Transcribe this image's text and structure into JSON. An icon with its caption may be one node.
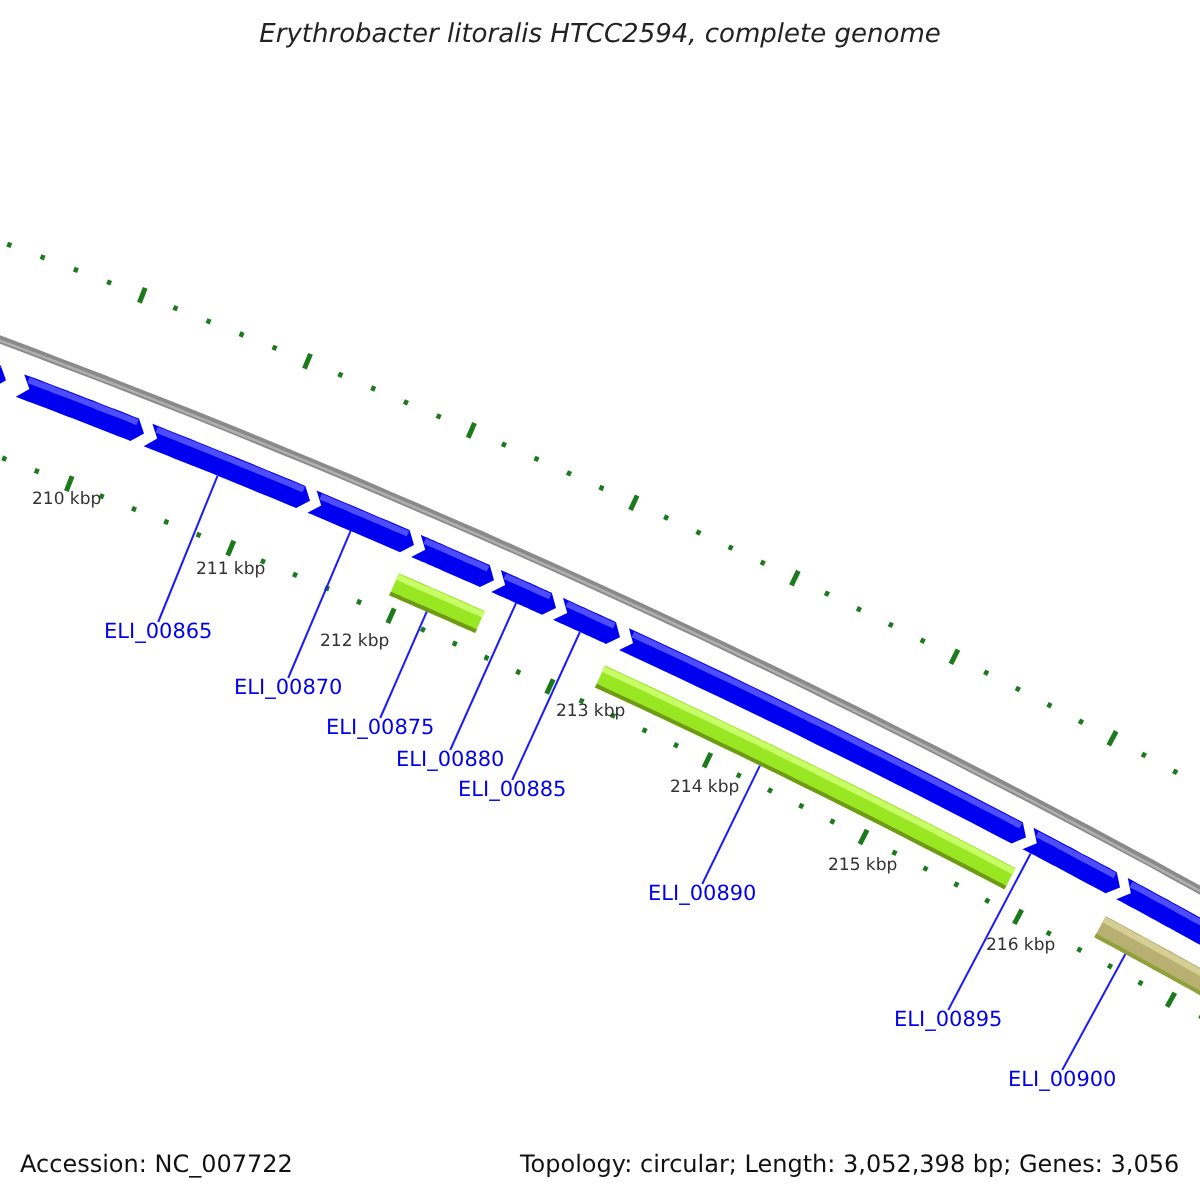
{
  "diagram": {
    "title": "Erythrobacter litoralis HTCC2594, complete genome",
    "nodes": [
      {
        "text": [],
        "shape": "bar"
      },
      {
        "text": [],
        "shape": "bar"
      },
      {
        "text": [],
        "shape": "bar"
      },
      {
        "text": [],
        "shape": "bar"
      },
      {
        "text": [],
        "shape": "bar"
      },
      {
        "text": [],
        "shape": "bar"
      },
      {
        "text": [],
        "shape": "bar"
      },
      {
        "text": [],
        "shape": "bar"
      },
      {
        "text": [],
        "shape": "bar"
      },
      {
        "text": [],
        "shape": "bar"
      },
      {
        "text": [],
        "shape": "bar"
      },
      {
        "text": [],
        "shape": "bar"
      },
      {
        "text": [],
        "shape": "bar"
      },
      {
        "text": [
          "ELI_00865"
        ]
      },
      {
        "text": [
          "ELI_00870"
        ]
      },
      {
        "text": [
          "ELI_00875"
        ]
      },
      {
        "text": [
          "ELI_00880"
        ]
      },
      {
        "text": [
          "ELI_00885"
        ]
      },
      {
        "text": [
          "ELI_00890"
        ]
      },
      {
        "text": [
          "ELI_00895"
        ]
      },
      {
        "text": [
          "ELI_00900"
        ]
      }
    ],
    "edges": [
      {
        "from": 13,
        "to": 2,
        "arrow": "none"
      },
      {
        "from": 14,
        "to": 3,
        "arrow": "none"
      },
      {
        "from": 15,
        "to": 4,
        "arrow": "none"
      },
      {
        "from": 16,
        "to": 6,
        "arrow": "none"
      },
      {
        "from": 17,
        "to": 7,
        "arrow": "none"
      },
      {
        "from": 18,
        "to": 8,
        "arrow": "none"
      },
      {
        "from": 19,
        "to": 10,
        "arrow": "none"
      },
      {
        "from": 20,
        "to": 11,
        "arrow": "none"
      }
    ],
    "labels": [
      "210 kbp",
      "211 kbp",
      "212 kbp",
      "213 kbp",
      "214 kbp",
      "215 kbp",
      "216 kbp",
      "Accession: NC_007722",
      "Topology: circular; Length: 3,052,398 bp; Genes: 3,056"
    ]
  }
}
